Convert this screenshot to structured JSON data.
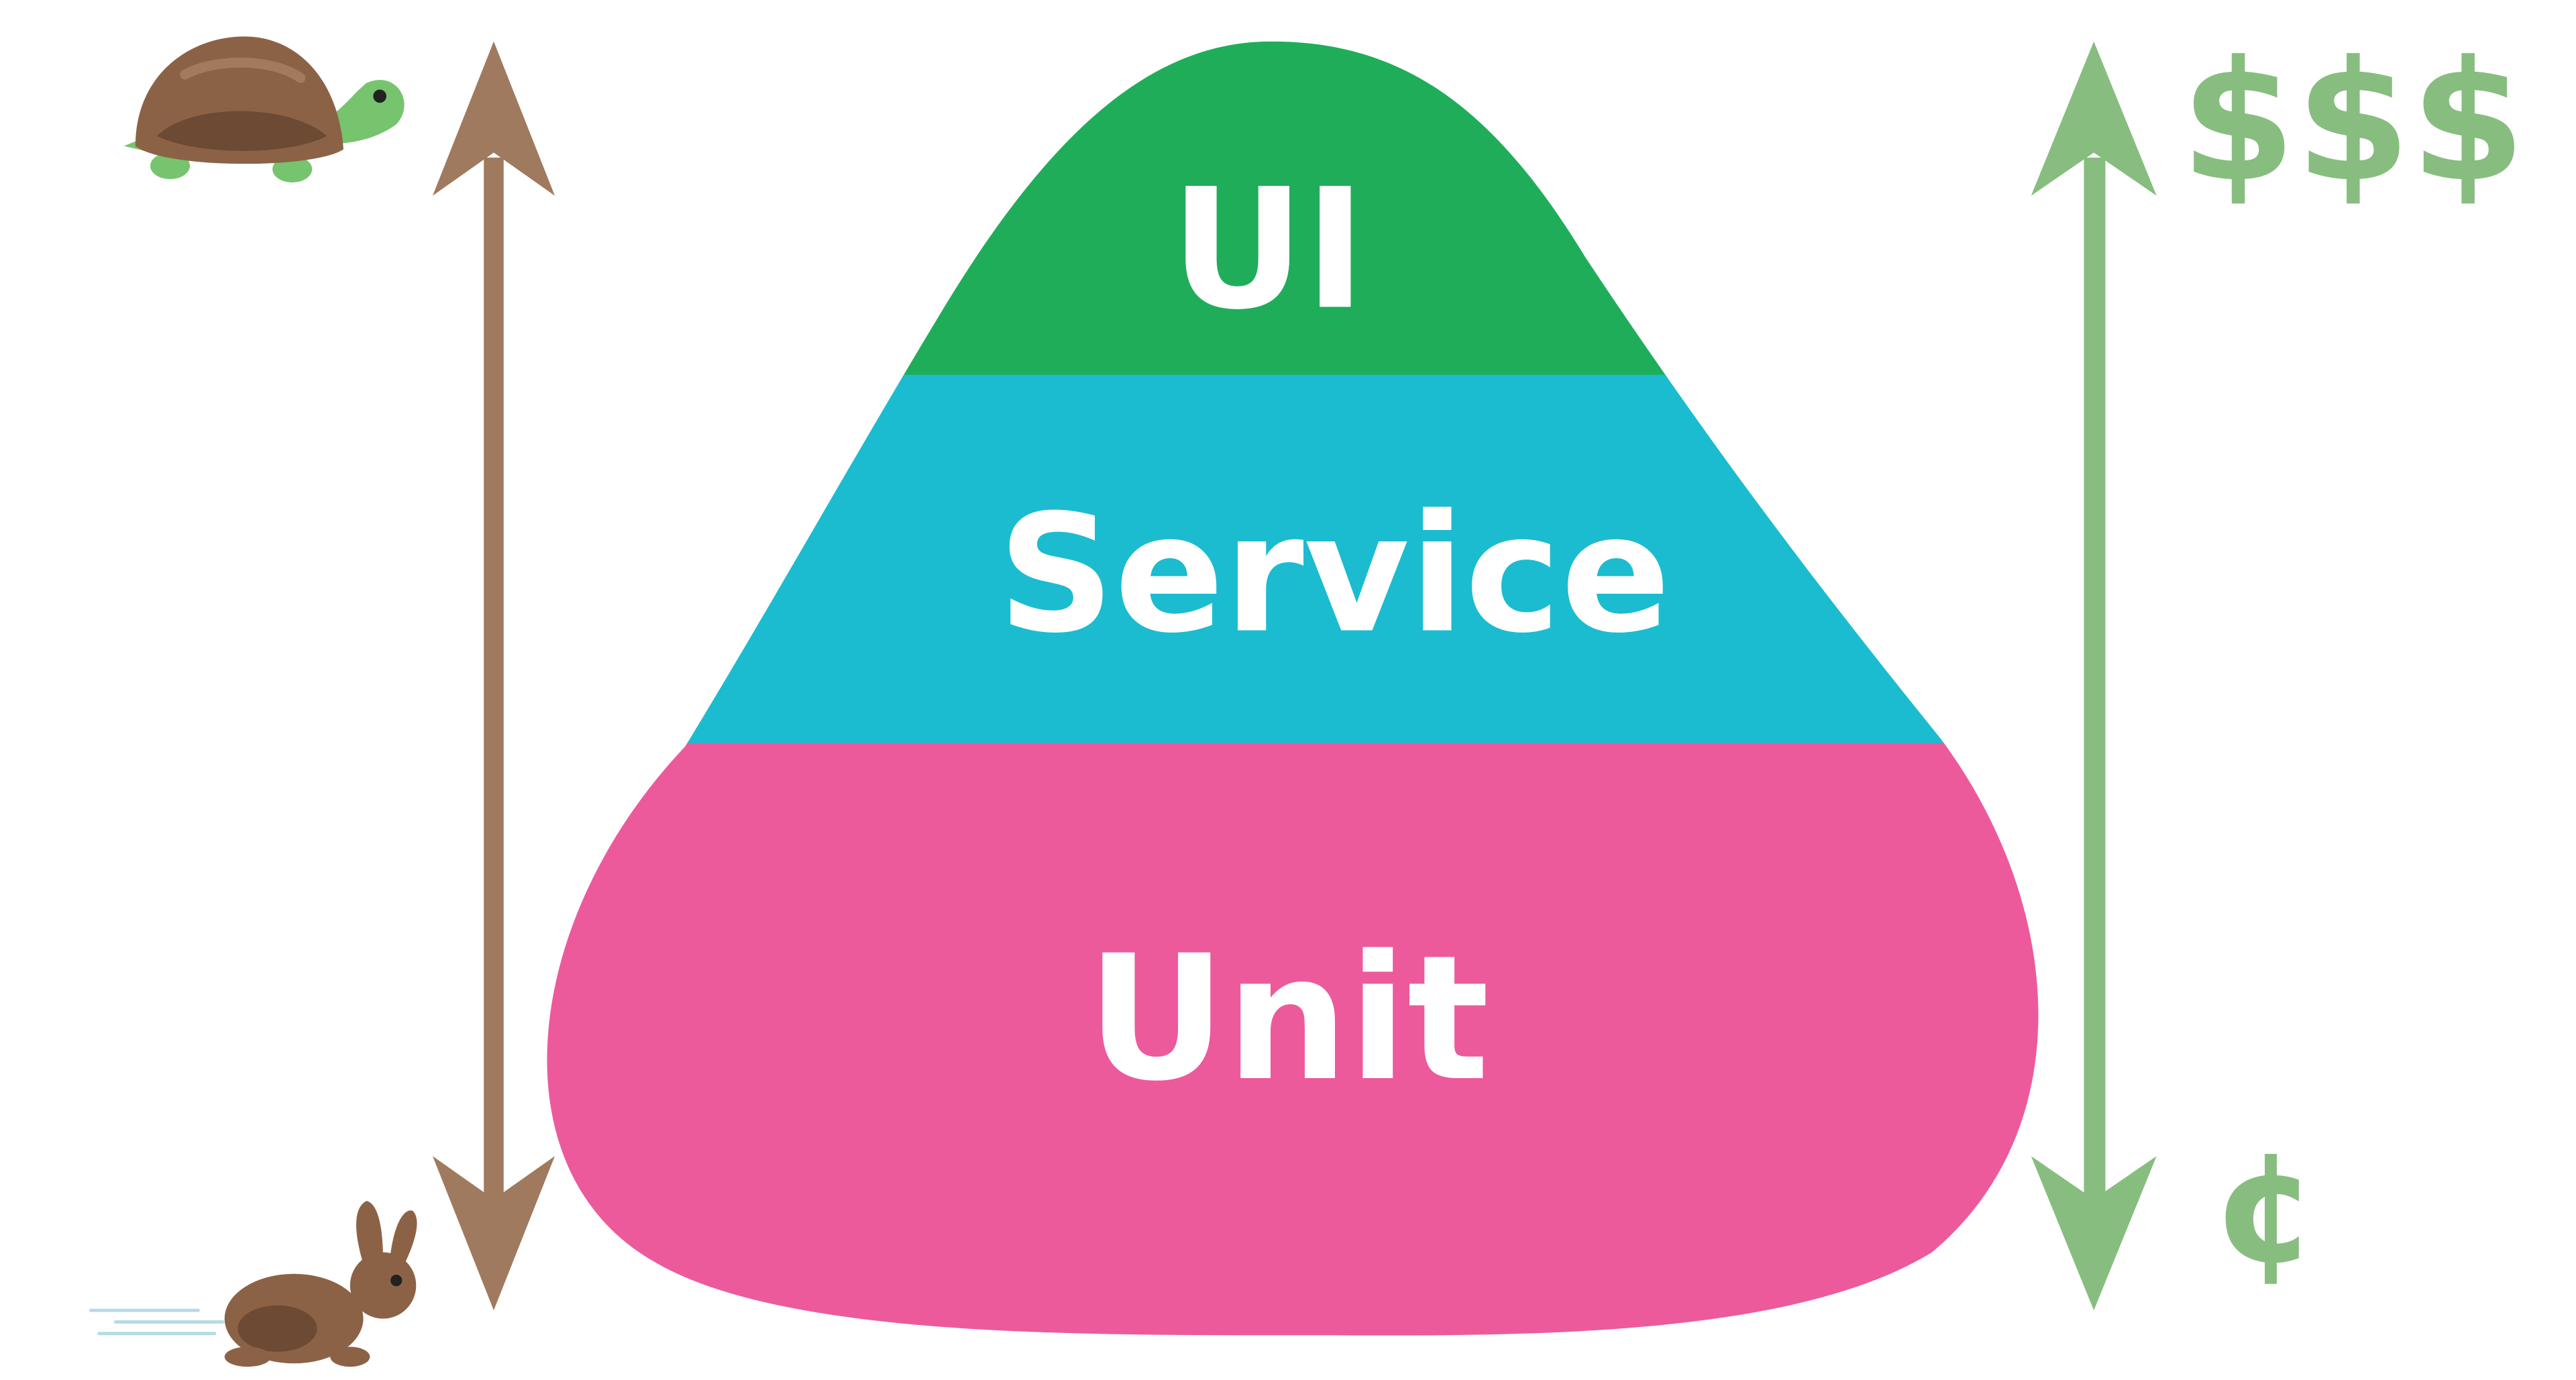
{
  "pyramid": {
    "layers": [
      {
        "label": "UI",
        "color": "#1fad5a"
      },
      {
        "label": "Service",
        "color": "#1bbccf"
      },
      {
        "label": "Unit",
        "color": "#ec5a9c"
      }
    ]
  },
  "speed_axis": {
    "color": "#a07a5e",
    "top_icon": "turtle-icon",
    "bottom_icon": "rabbit-icon"
  },
  "cost_axis": {
    "color": "#88bd80",
    "top_label": "$$$",
    "bottom_label": "¢"
  }
}
